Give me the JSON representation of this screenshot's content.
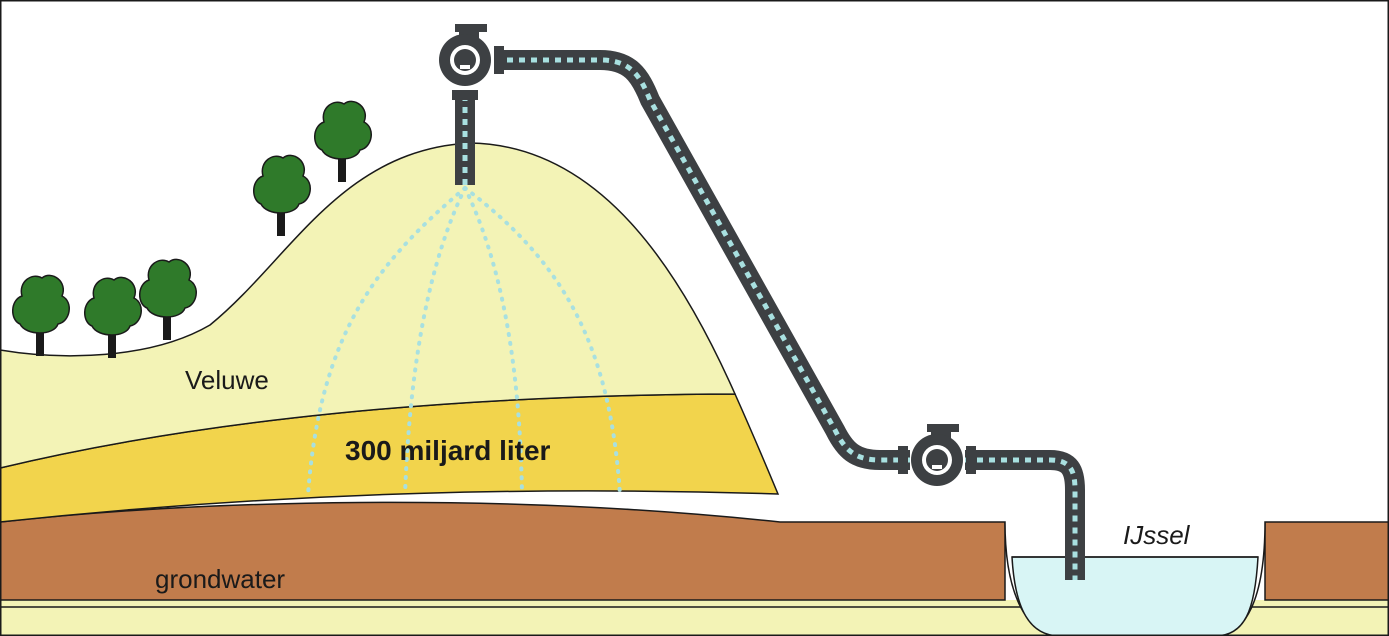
{
  "labels": {
    "hill": "Veluwe",
    "volume": "300 miljard liter",
    "groundwater": "grondwater",
    "river": "IJssel"
  },
  "colors": {
    "hill": "#f3f3b6",
    "aquifer": "#f2d44c",
    "soil": "#c17c4c",
    "bedrock": "#f3f3b6",
    "water": "#d8f5f5",
    "pipe": "#3d4043",
    "flow": "#a8e0e0",
    "tree": "#2f7a2a",
    "outline": "#1a1a1a"
  },
  "icons": [
    "pump-icon",
    "tree-icon"
  ]
}
